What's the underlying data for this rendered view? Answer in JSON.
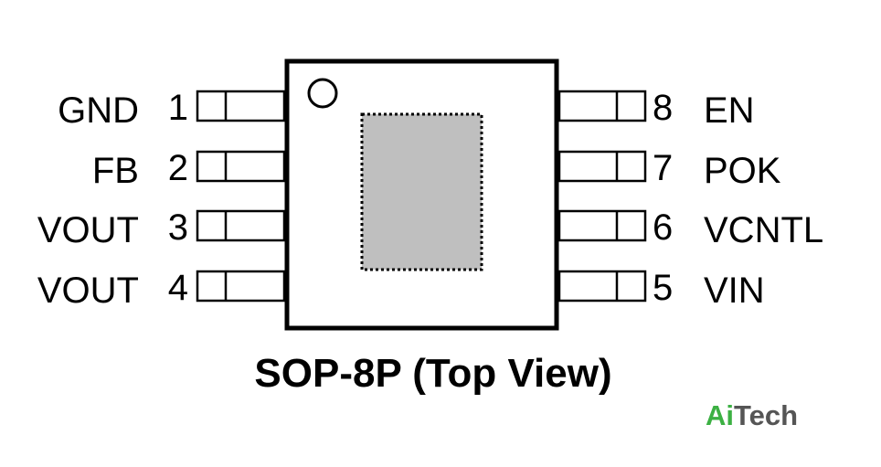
{
  "caption": "SOP-8P (Top View)",
  "brand": {
    "part1": "Ai",
    "part2": "Tech",
    "color1": "#3cb043",
    "color2": "#555555"
  },
  "pins_left": [
    {
      "number": "1",
      "name": "GND"
    },
    {
      "number": "2",
      "name": "FB"
    },
    {
      "number": "3",
      "name": "VOUT"
    },
    {
      "number": "4",
      "name": "VOUT"
    }
  ],
  "pins_right": [
    {
      "number": "8",
      "name": "EN"
    },
    {
      "number": "7",
      "name": "POK"
    },
    {
      "number": "6",
      "name": "VCNTL"
    },
    {
      "number": "5",
      "name": "VIN"
    }
  ],
  "colors": {
    "outline": "#000000",
    "thermal_pad": "#bfbfbf"
  }
}
